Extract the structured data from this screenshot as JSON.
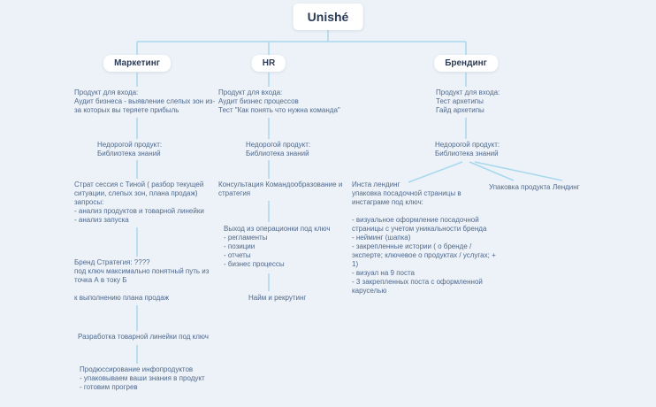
{
  "board": {
    "kind": "mind-map"
  },
  "colors": {
    "bg": "#ecf2f7",
    "line": "#a8d8ee",
    "body-text": "#50688c",
    "node-text": "#2c3c58",
    "node-bg": "#ffffff"
  },
  "root": {
    "label": "Unishé"
  },
  "branches": [
    {
      "label": "Маркетинг",
      "nodes": [
        {
          "text": "Продукт для входа:\nАудит бизнеса - выявление слепых зон из-\nза которых вы теряете прибыль"
        },
        {
          "text": "Недорогой продукт:\nБиблиотека знаний"
        },
        {
          "text": "Страт сессия с Тиной ( разбор текущей\nситуации, слепых зон, плана продаж)\nзапросы:\n- анализ продуктов и товарной линейки\n- анализ запуска"
        },
        {
          "text": "Бренд Стратегия: ????\nпод ключ максимально понятный путь из\nточка А в току Б\n\nк выполнению плана продаж"
        },
        {
          "text": "Разработка товарной линейки под ключ"
        },
        {
          "text": "Продюссирование инфопродуктов\n- упаковываем ваши знания в продукт\n- готовим прогрев"
        }
      ]
    },
    {
      "label": "HR",
      "nodes": [
        {
          "text": "Продукт для входа:\nАудит бизнес процессов\nТест \"Как понять что нужна команда\""
        },
        {
          "text": "Недорогой продукт:\nБиблиотека знаний"
        },
        {
          "text": "Консультация Командообразование и\nстратегия"
        },
        {
          "text": "Выход из операционки под ключ\n- регламенты\n- позиции\n- отчеты\n- бизнес процессы"
        },
        {
          "text": "Найм и рекрутинг"
        }
      ]
    },
    {
      "label": "Брендинг",
      "nodes": [
        {
          "text": "Продукт для входа:\nТест архетипы\nГайд архетипы"
        },
        {
          "text": "Недорогой продукт:\nБиблиотека знаний"
        },
        {
          "text": "Инста лендинг\nупаковка посадочной страницы в\nинстаграме под ключ:\n\n- визуальное оформление посадочной\nстраницы с учетом уникальности бренда\n- нейминг (шапка)\n- закрепленные истории ( о бренде /\nэксперте; ключевое о продуктах / услугах; +\n1)\n- визуал на 9 поста\n- 3 закрепленных поста с оформленной\nкаруселью"
        },
        {
          "text": "Упаковка продукта"
        },
        {
          "text": "Лендинг"
        }
      ]
    }
  ]
}
